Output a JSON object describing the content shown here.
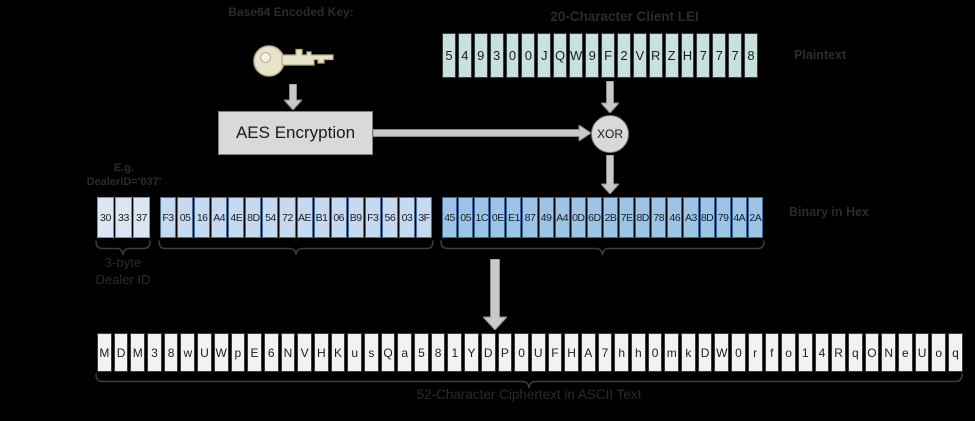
{
  "labels": {
    "base64_key": "Base64 Encoded Key:",
    "client_lei": "20-Character Client LEI",
    "plaintext": "Plaintext",
    "binary_in_hex": "Binary in Hex",
    "eg_line1": "E.g.",
    "eg_line2": "DealerID='037'",
    "dealer_id_line1": "3-byte",
    "dealer_id_line2": "Dealer ID",
    "ciphertext": "52-Character Ciphertext in ASCII Text"
  },
  "nodes": {
    "aes_box": "AES Encryption",
    "xor": "XOR"
  },
  "icons": {
    "key": "key-icon"
  },
  "rows": {
    "plaintext_cells": [
      "5",
      "4",
      "9",
      "3",
      "0",
      "0",
      "J",
      "Q",
      "W",
      "9",
      "F",
      "2",
      "V",
      "R",
      "Z",
      "H",
      "7",
      "7",
      "7",
      "8"
    ],
    "dealer_id_cells": [
      "30",
      "33",
      "37"
    ],
    "aes_output_cells": [
      "F3",
      "05",
      "16",
      "A4",
      "4E",
      "8D",
      "54",
      "72",
      "AE",
      "B1",
      "06",
      "B9",
      "F3",
      "56",
      "03",
      "3F"
    ],
    "xor_output_cells": [
      "45",
      "05",
      "1C",
      "0E",
      "E1",
      "87",
      "49",
      "A4",
      "0D",
      "6D",
      "2B",
      "7E",
      "8D",
      "78",
      "46",
      "A3",
      "8D",
      "79",
      "4A",
      "2A"
    ],
    "ciphertext_cells": [
      "M",
      "D",
      "M",
      "3",
      "8",
      "w",
      "U",
      "W",
      "p",
      "E",
      "6",
      "N",
      "V",
      "H",
      "K",
      "u",
      "s",
      "Q",
      "a",
      "5",
      "8",
      "1",
      "Y",
      "D",
      "P",
      "0",
      "U",
      "F",
      "H",
      "A",
      "7",
      "h",
      "h",
      "0",
      "m",
      "k",
      "D",
      "W",
      "0",
      "r",
      "f",
      "o",
      "1",
      "4",
      "R",
      "q",
      "O",
      "N",
      "e",
      "U",
      "o",
      "q"
    ]
  },
  "strings": {
    "lei_value": "549300JQW9F2VRZH7778",
    "dealer_id_hex": "303337",
    "aes_output_hex": "F30516A44E8D5472AEB106B9F356033F",
    "xor_output_hex": "45051C0EE18749A40D6D2B7E8D7846A38D794A2A",
    "ciphertext_value": "MDM38wUWpE6NVHKusQa581YDP0UFHA7hh0mkDW0rfo14RqONeUoq"
  },
  "colors": {
    "background": "#000000",
    "plaintext_cell": "#c8e1df",
    "dealer_cell": "#dce6f2",
    "aes_output_cell": "#c6d9f0",
    "xor_output_cell": "#9dc3e6",
    "ciphertext_cell": "#f2f2f2",
    "node_fill": "#d9d9d9",
    "arrow": "#c9c9c9",
    "label_text": "#2b2b2b"
  }
}
